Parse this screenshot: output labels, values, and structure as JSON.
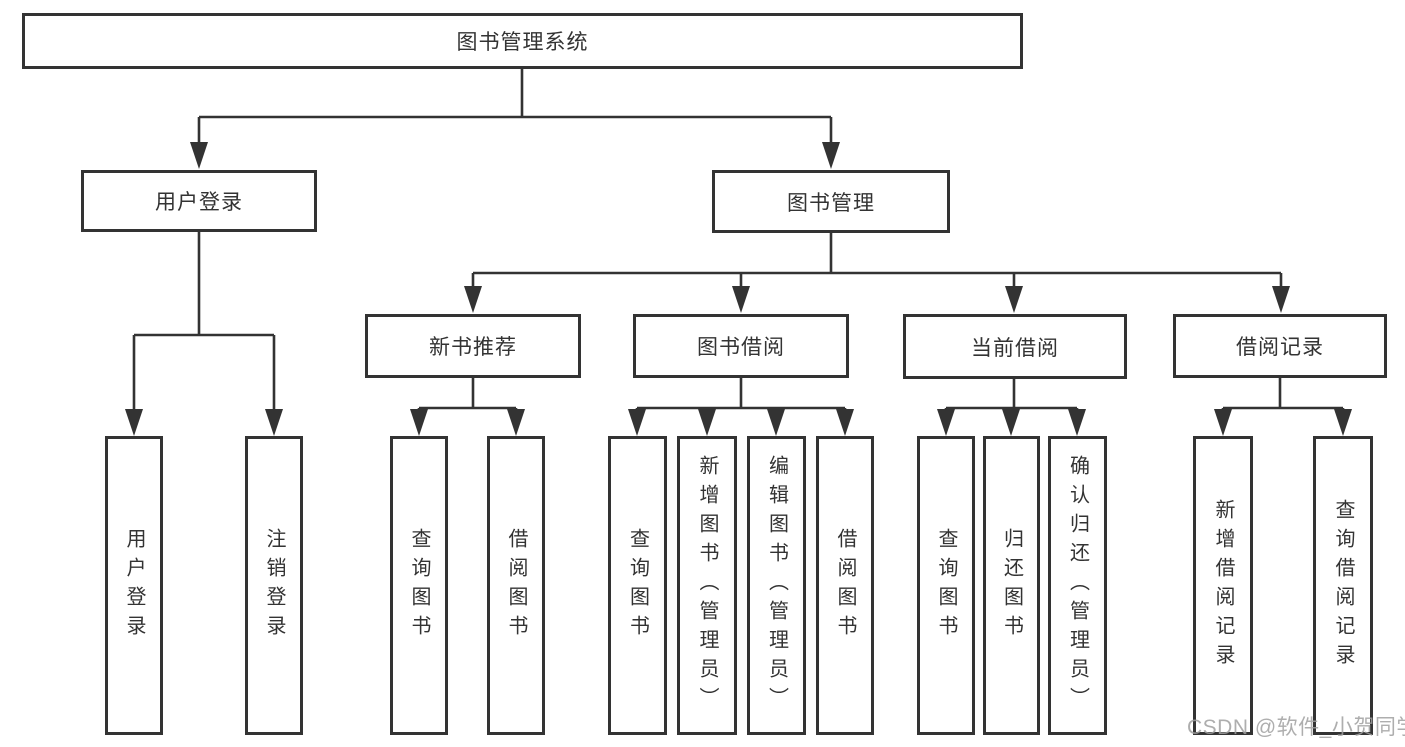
{
  "colors": {
    "line": "#333333",
    "box-border": "#333333",
    "text": "#333333",
    "watermark": "#a0a0a0",
    "background": "#ffffff"
  },
  "watermark": {
    "text": "CSDN @软件_小贺同学"
  },
  "tree": {
    "label": "图书管理系统",
    "children": [
      {
        "label": "用户登录",
        "children": [
          {
            "label": "用户登录"
          },
          {
            "label": "注销登录"
          }
        ]
      },
      {
        "label": "图书管理",
        "children": [
          {
            "label": "新书推荐",
            "children": [
              {
                "label": "查询图书"
              },
              {
                "label": "借阅图书"
              }
            ]
          },
          {
            "label": "图书借阅",
            "children": [
              {
                "label": "查询图书"
              },
              {
                "label": "新增图书（管理员）"
              },
              {
                "label": "编辑图书（管理员）"
              },
              {
                "label": "借阅图书"
              }
            ]
          },
          {
            "label": "当前借阅",
            "children": [
              {
                "label": "查询图书"
              },
              {
                "label": "归还图书"
              },
              {
                "label": "确认归还（管理员）"
              }
            ]
          },
          {
            "label": "借阅记录",
            "children": [
              {
                "label": "新增借阅记录"
              },
              {
                "label": "查询借阅记录"
              }
            ]
          }
        ]
      }
    ]
  }
}
